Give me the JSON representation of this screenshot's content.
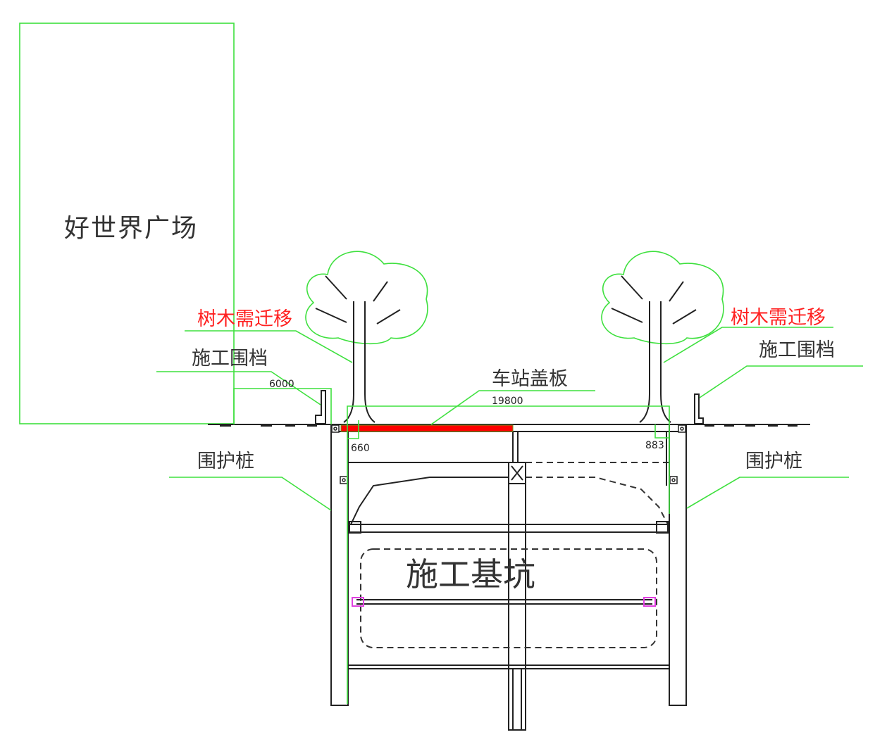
{
  "building": {
    "label": "好世界广场"
  },
  "pit": {
    "label": "施工基坑"
  },
  "labels": {
    "tree_left": "树木需迁移",
    "tree_right": "树木需迁移",
    "fence_left": "施工围档",
    "fence_right": "施工围档",
    "deck": "车站盖板",
    "pile_left": "围护桩",
    "pile_right": "围护桩"
  },
  "dimensions": {
    "d1": "6000",
    "d2": "19800",
    "d3": "660",
    "d4": "883"
  },
  "colors": {
    "leader": "#3ee03e",
    "warning": "#ff2020",
    "deck": "#ff0000",
    "strut_end": "#e040e0"
  }
}
